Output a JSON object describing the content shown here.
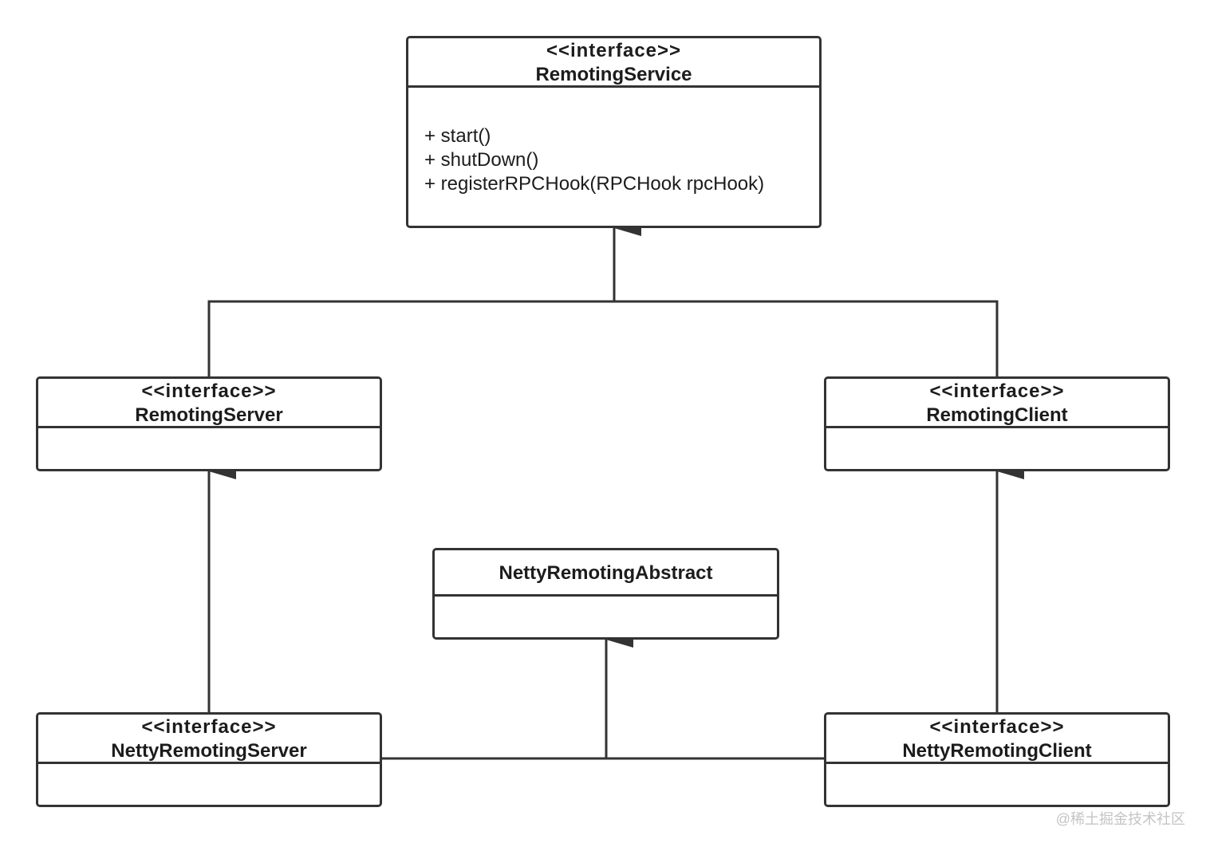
{
  "classes": {
    "remoting_service": {
      "stereotype": "<<interface>>",
      "name": "RemotingService",
      "methods": [
        "+ start()",
        "+ shutDown()",
        "+ registerRPCHook(RPCHook rpcHook)"
      ]
    },
    "remoting_server": {
      "stereotype": "<<interface>>",
      "name": "RemotingServer"
    },
    "remoting_client": {
      "stereotype": "<<interface>>",
      "name": "RemotingClient"
    },
    "netty_remoting_abstract": {
      "name": "NettyRemotingAbstract"
    },
    "netty_remoting_server": {
      "stereotype": "<<interface>>",
      "name": "NettyRemotingServer"
    },
    "netty_remoting_client": {
      "stereotype": "<<interface>>",
      "name": "NettyRemotingClient"
    }
  },
  "watermark": "@稀土掘金技术社区",
  "colors": {
    "line": "#333333",
    "text": "#1c1c1c",
    "background": "#ffffff",
    "watermark": "#c4c4c4"
  }
}
